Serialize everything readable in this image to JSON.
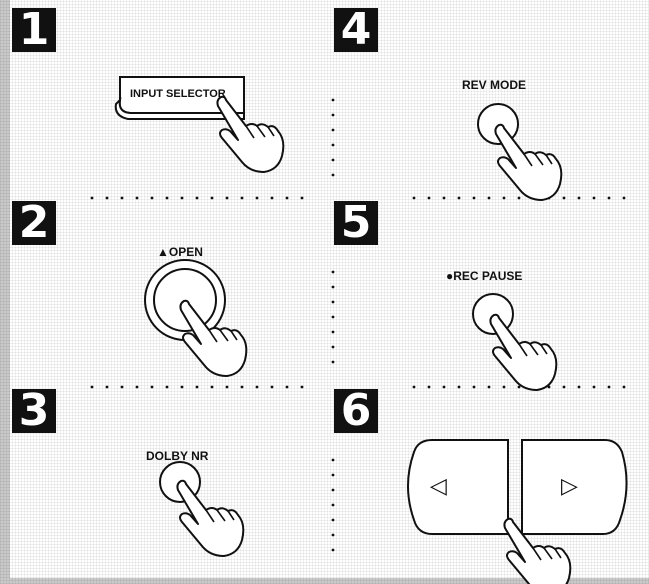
{
  "steps": [
    {
      "number": "1",
      "button_label": "INPUT SELECTOR"
    },
    {
      "number": "2",
      "button_symbol": "▲",
      "button_label": "OPEN"
    },
    {
      "number": "3",
      "button_label": "DOLBY NR"
    },
    {
      "number": "4",
      "button_label": "REV MODE"
    },
    {
      "number": "5",
      "button_symbol": "●",
      "button_label": "REC PAUSE"
    },
    {
      "number": "6",
      "left_arrow": "◁",
      "right_arrow": "▷"
    }
  ],
  "colors": {
    "ink": "#111111",
    "paper": "#ffffff",
    "border": "#c9c9c9"
  }
}
